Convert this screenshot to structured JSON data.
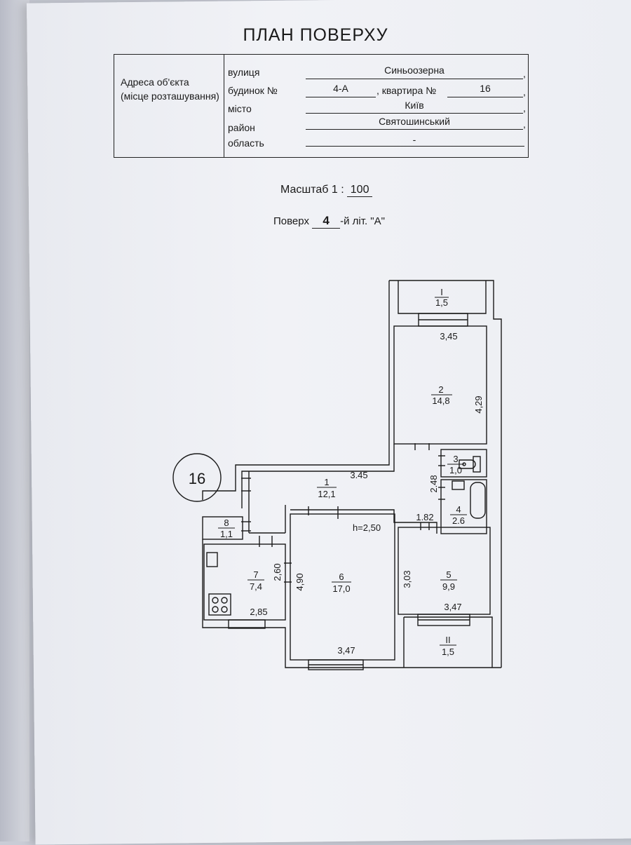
{
  "doc": {
    "title": "ПЛАН ПОВЕРХУ",
    "address_label_1": "Адреса об'єкта",
    "address_label_2": "(місце розташування)",
    "fields": {
      "street_label": "вулиця",
      "street_value": "Синьоозерна",
      "building_label": "будинок №",
      "building_value": "4-А",
      "apartment_label": ", квартира №",
      "apartment_value": "16",
      "city_label": "місто",
      "city_value": "Київ",
      "district_label": "район",
      "district_value": "Святошинський",
      "region_label": "область",
      "region_value": "-"
    },
    "scale_label": "Масштаб  1 :",
    "scale_value": "100",
    "floor_label": "Поверх",
    "floor_value": "4",
    "floor_suffix": "-й літ. \"А\""
  },
  "plan": {
    "apartment_number": "16",
    "ceiling_height": "h=2,50",
    "rooms": [
      {
        "num": "I",
        "area": "1,5"
      },
      {
        "num": "2",
        "area": "14,8"
      },
      {
        "num": "3",
        "area": "1,0"
      },
      {
        "num": "4",
        "area": "2.6"
      },
      {
        "num": "1",
        "area": "12,1"
      },
      {
        "num": "8",
        "area": "1,1"
      },
      {
        "num": "7",
        "area": "7,4"
      },
      {
        "num": "6",
        "area": "17,0"
      },
      {
        "num": "5",
        "area": "9,9"
      },
      {
        "num": "II",
        "area": "1,5"
      }
    ],
    "dims": {
      "d_r2_width": "3,45",
      "d_r2_height": "4,29",
      "d_r1_width": "3.45",
      "d_r1_height": "2.48",
      "d_corr": "1.82",
      "d_r7_height": "2,60",
      "d_r7_width": "2,85",
      "d_r6_height": "4,90",
      "d_r6_width": "3,47",
      "d_r5_height": "3,03",
      "d_r5_width": "3,47"
    }
  }
}
